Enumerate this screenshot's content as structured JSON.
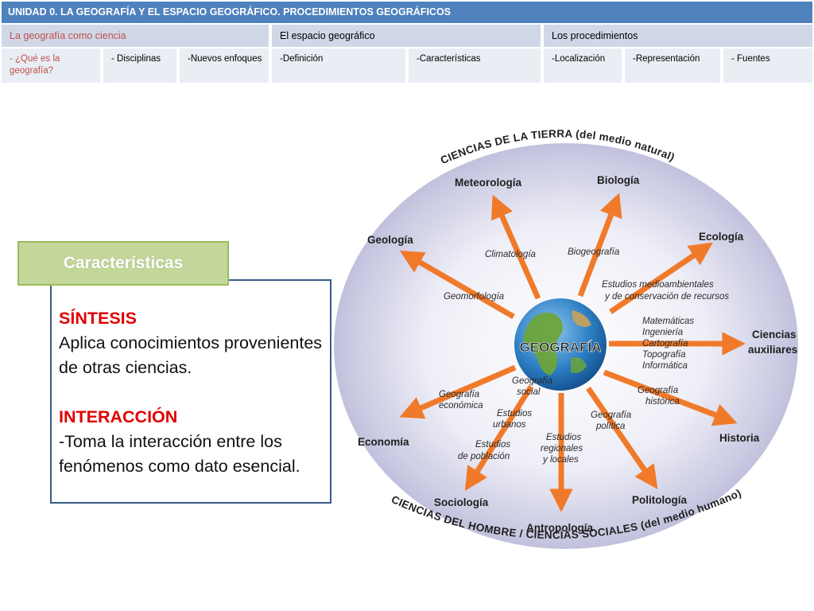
{
  "nav": {
    "title": "UNIDAD 0.  LA GEOGRAFÍA Y EL ESPACIO GEOGRÁFICO. PROCEDIMIENTOS GEOGRÁFICOS",
    "sections": [
      {
        "label": "La geografía como ciencia",
        "active": true
      },
      {
        "label": "El espacio geográfico",
        "active": false
      },
      {
        "label": "Los procedimientos",
        "active": false
      }
    ],
    "subsections": [
      {
        "label": "-  ¿Qué es la geografía?",
        "active": true
      },
      {
        "label": "- Disciplinas",
        "active": false
      },
      {
        "label": "-Nuevos enfoques",
        "active": false
      },
      {
        "label": "-Definición",
        "active": false
      },
      {
        "label": "-Características",
        "active": false
      },
      {
        "label": "-Localización",
        "active": false
      },
      {
        "label": "-Representación",
        "active": false
      },
      {
        "label": "- Fuentes",
        "active": false
      }
    ]
  },
  "card": {
    "tab_label": "Características",
    "sintesis_heading": "SÍNTESIS",
    "sintesis_text": " Aplica conocimientos provenientes de otras ciencias.",
    "interaccion_heading": "INTERACCIÓN",
    "interaccion_text": "-Toma la interacción entre los fenómenos como dato esencial."
  },
  "diagram": {
    "top_arc": "CIENCIAS DE LA TIERRA (del medio natural)",
    "bottom_arc": "CIENCIAS DEL HOMBRE / CIENCIAS SOCIALES (del medio humano)",
    "center": "GEOGRAFÍA",
    "outer": {
      "meteorologia": "Meteorología",
      "biologia": "Biología",
      "geologia": "Geología",
      "ecologia": "Ecología",
      "ciencias_aux_1": "Ciencias",
      "ciencias_aux_2": "auxiliares",
      "historia": "Historia",
      "economia": "Economía",
      "sociologia": "Sociología",
      "politologia": "Politología",
      "antropologia": "Antropología"
    },
    "inner": {
      "climatologia": "Climatología",
      "biogeografia": "Biogeografía",
      "geomorfologia": "Geomorfología",
      "estudios_medio_1": "Estudios medioambientales",
      "estudios_medio_2": "y de conservación de recursos",
      "matematicas": "Matemáticas",
      "ingenieria": "Ingeniería",
      "cartografia": "Cartografía",
      "topografia": "Topografía",
      "informatica": "Informática",
      "geo_historica_1": "Geografía",
      "geo_historica_2": "histórica",
      "geo_politica_1": "Geografía",
      "geo_politica_2": "política",
      "estudios_regionales_1": "Estudios",
      "estudios_regionales_2": "regionales",
      "estudios_regionales_3": "y locales",
      "estudios_poblacion_1": "Estudios",
      "estudios_poblacion_2": "de población",
      "estudios_urbanos_1": "Estudios",
      "estudios_urbanos_2": "urbanos",
      "geo_social_1": "Geografía",
      "geo_social_2": "social",
      "geo_economica_1": "Geografía",
      "geo_economica_2": "económica"
    },
    "colors": {
      "arrow": "#f07a2a",
      "header_blue": "#4f81bd",
      "active_red": "#c0504d",
      "heading_red": "#e00000",
      "card_border": "#385d8a",
      "tab_green": "#c4d79b"
    }
  }
}
